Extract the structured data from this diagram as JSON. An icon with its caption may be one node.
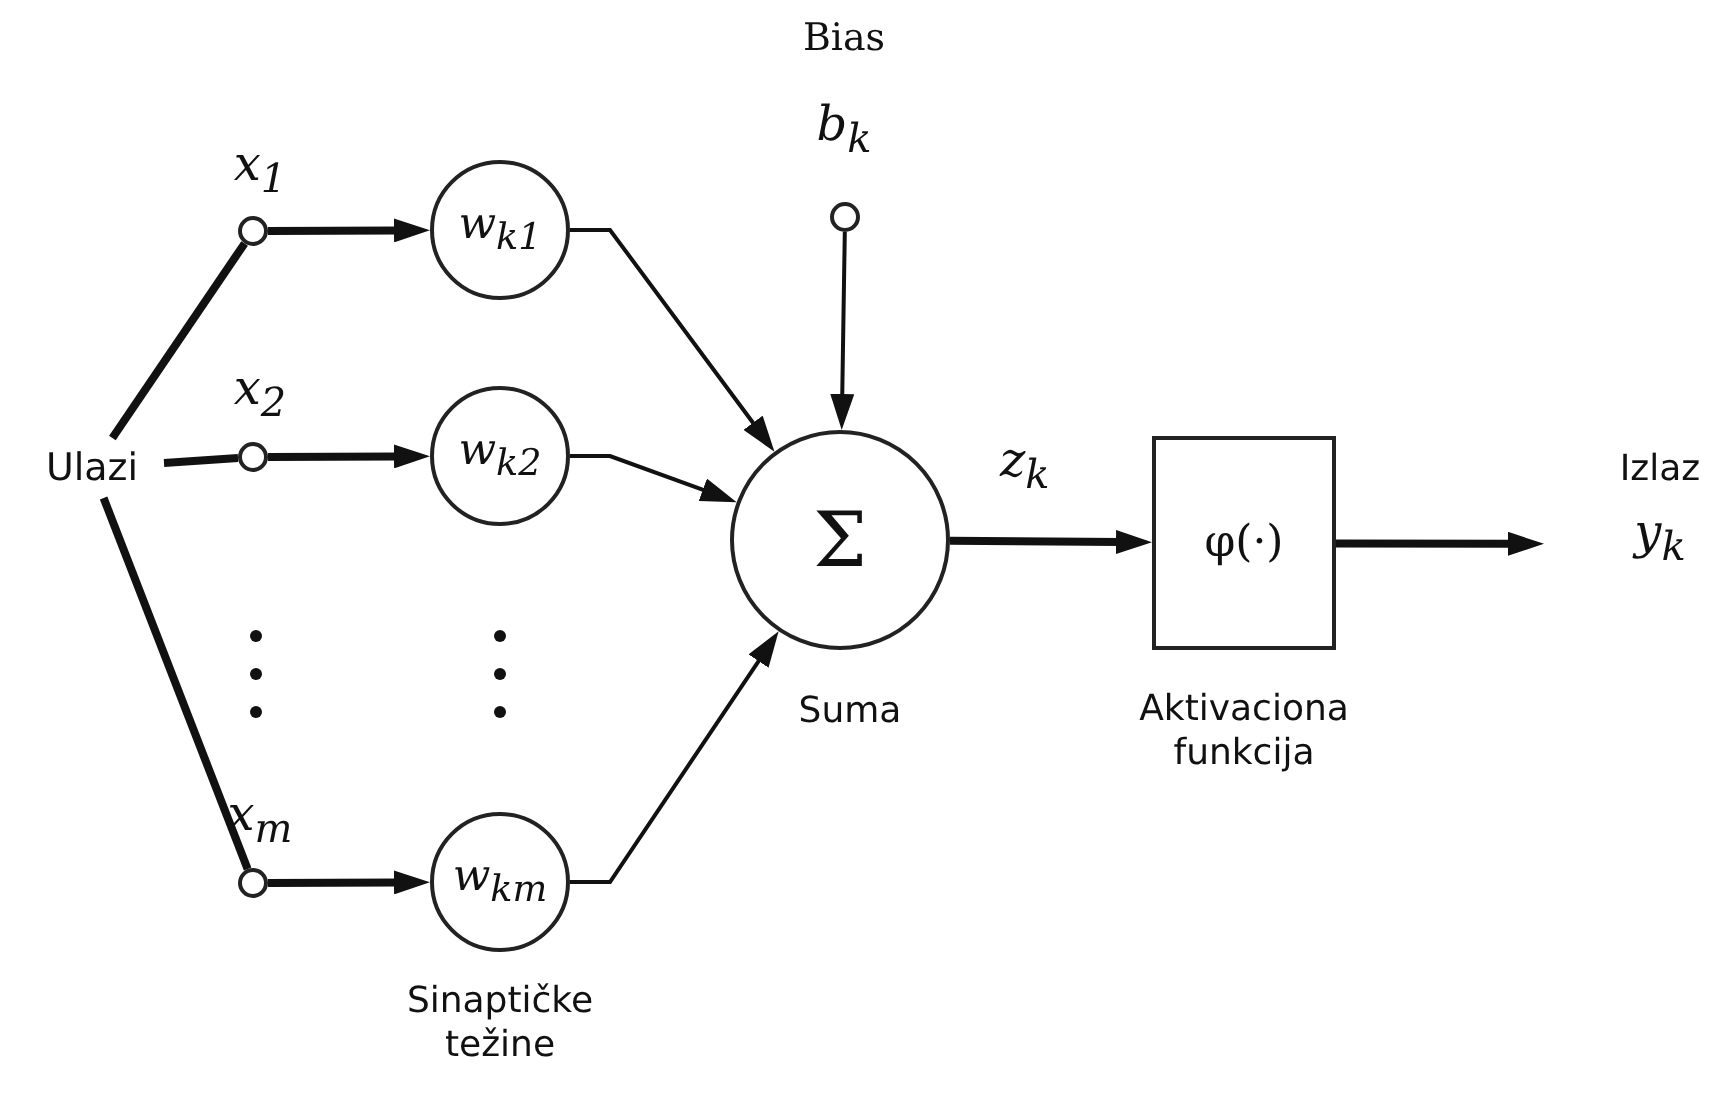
{
  "diagram": {
    "nodes": [
      {
        "text": [
          "Ulazi"
        ]
      },
      {
        "text": [],
        "shape": "circle",
        "beside": [
          "x$_{1}$"
        ]
      },
      {
        "text": [],
        "shape": "circle",
        "beside": [
          "x$_{2}$"
        ]
      },
      {
        "text": [],
        "shape": "circle",
        "beside": [
          "x$_{m}$"
        ]
      },
      {
        "text": [
          "w$_{k1}$"
        ]
      },
      {
        "text": [
          "w$_{k2}$"
        ]
      },
      {
        "text": [
          "w$_{km}$"
        ],
        "beside": [
          "Sinaptičke težine"
        ]
      },
      {
        "text": [
          "Σ"
        ],
        "beside": [
          "Suma"
        ]
      },
      {
        "text": [],
        "shape": "circle",
        "beside": [
          "Bias",
          "b$_{k}$"
        ]
      },
      {
        "text": [
          "φ(·)"
        ],
        "beside": [
          "Aktivaciona funkcija"
        ]
      }
    ],
    "edges": [
      {
        "from": 0,
        "to": 1,
        "arrow": "none"
      },
      {
        "from": 0,
        "to": 2,
        "arrow": "none"
      },
      {
        "from": 0,
        "to": 3,
        "arrow": "none"
      },
      {
        "from": 1,
        "to": 4,
        "arrow": "to"
      },
      {
        "from": 2,
        "to": 5,
        "arrow": "to"
      },
      {
        "from": 3,
        "to": 6,
        "arrow": "to"
      },
      {
        "from": 4,
        "to": 7,
        "arrow": "to"
      },
      {
        "from": 5,
        "to": 7,
        "arrow": "to"
      },
      {
        "from": 6,
        "to": 7,
        "arrow": "to"
      },
      {
        "from": 8,
        "to": 7,
        "arrow": "to"
      },
      {
        "from": 7,
        "to": 9,
        "arrow": "to",
        "label": "z$_{k}$"
      },
      {
        "from": 9,
        "to": null,
        "arrow": "to"
      }
    ],
    "labels": [
      "Izlaz",
      "y$_{k}$"
    ]
  }
}
